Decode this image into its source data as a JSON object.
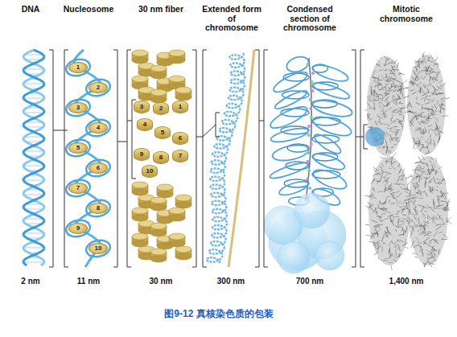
{
  "diagram": {
    "caption": "图9-12 真核染色质的包装",
    "nodes": [
      {
        "text": [
          "1"
        ]
      },
      {
        "text": [
          "2"
        ]
      },
      {
        "text": [
          "3"
        ]
      },
      {
        "text": [
          "4"
        ]
      },
      {
        "text": [
          "5"
        ]
      },
      {
        "text": [
          "6"
        ]
      },
      {
        "text": [
          "7"
        ]
      },
      {
        "text": [
          "8"
        ]
      },
      {
        "text": [
          "9"
        ]
      },
      {
        "text": [
          "10"
        ]
      },
      {
        "text": [
          "1"
        ]
      },
      {
        "text": [
          "2"
        ]
      },
      {
        "text": [
          "3"
        ]
      },
      {
        "text": [
          "4"
        ]
      },
      {
        "text": [
          "5"
        ]
      },
      {
        "text": [
          "6"
        ]
      },
      {
        "text": [
          "7"
        ]
      },
      {
        "text": [
          "8"
        ]
      },
      {
        "text": [
          "9"
        ]
      },
      {
        "text": [
          "10"
        ]
      }
    ],
    "labels": [
      "DNA",
      "Nucleosome",
      "30 nm fiber",
      "Extended form of chromosome",
      "Condensed section of chromosome",
      "Mitotic chromosome",
      "2 nm",
      "11 nm",
      "30 nm",
      "300 nm",
      "700 nm",
      "1,400 nm"
    ]
  }
}
